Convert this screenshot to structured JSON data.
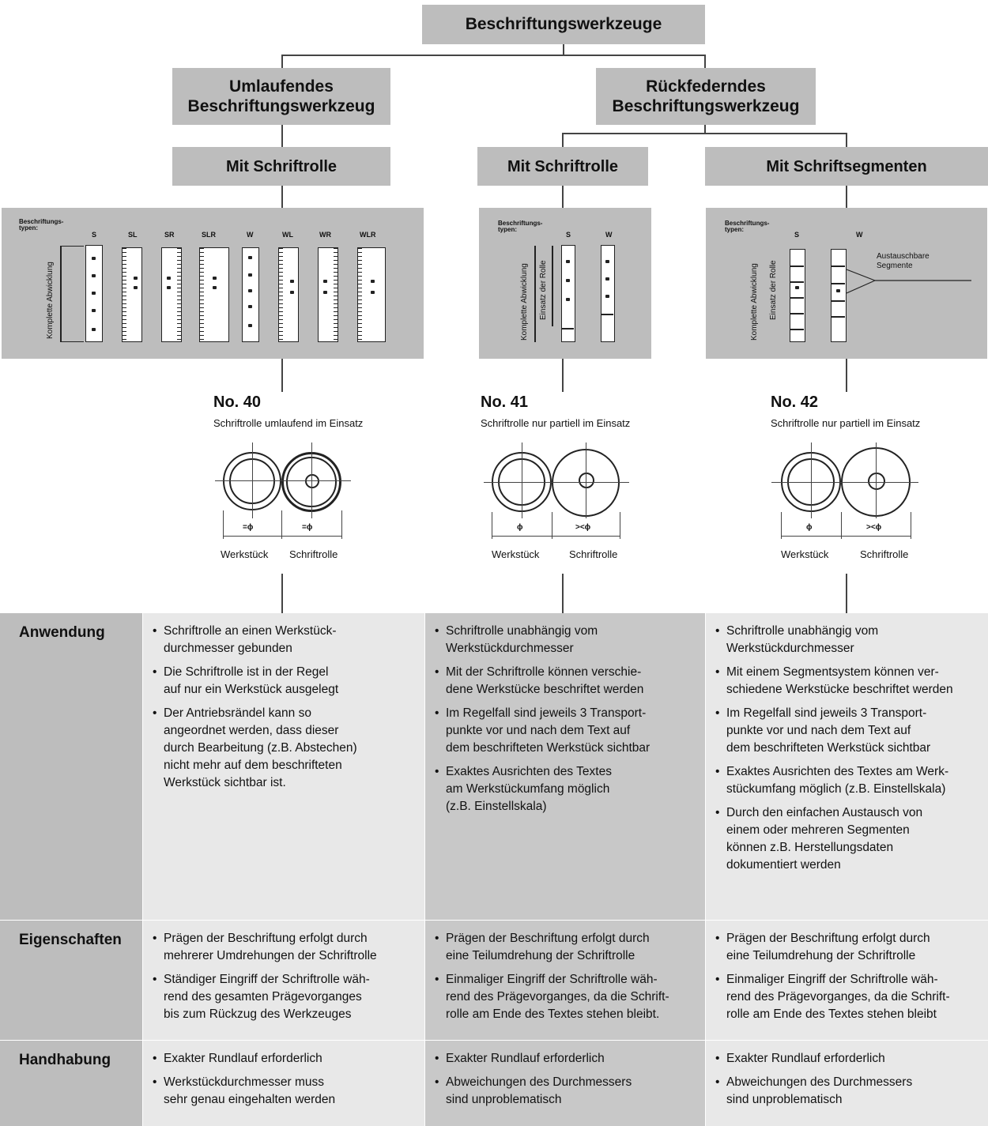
{
  "title": "Beschriftungswerkzeuge",
  "branches": {
    "left": "Umlaufendes\nBeschriftungswerkzeug",
    "right": "Rückfederndes\nBeschriftungswerkzeug"
  },
  "subtypes": {
    "a": "Mit Schriftrolle",
    "b": "Mit Schriftrolle",
    "c": "Mit Schriftsegmenten"
  },
  "panels": {
    "typen_label": "Beschriftungs-\ntypen:",
    "komplette_abwicklung": "Komplette Abwicklung",
    "einsatz_der_rolle": "Einsatz der Rolle",
    "austauschbare_segmente": "Austauschbare\nSegmente",
    "p1_types": [
      "S",
      "SL",
      "SR",
      "SLR",
      "W",
      "WL",
      "WR",
      "WLR"
    ],
    "p2_types": [
      "S",
      "W"
    ],
    "p3_types": [
      "S",
      "W"
    ]
  },
  "products": [
    {
      "no": "No. 40",
      "desc": "Schriftrolle umlaufend im Einsatz",
      "left_dim": "=ϕ",
      "right_dim": "=ϕ",
      "left_label": "Werkstück",
      "right_label": "Schriftrolle"
    },
    {
      "no": "No. 41",
      "desc": "Schriftrolle nur partiell im Einsatz",
      "left_dim": "ϕ",
      "right_dim": "><ϕ",
      "left_label": "Werkstück",
      "right_label": "Schriftrolle"
    },
    {
      "no": "No. 42",
      "desc": "Schriftrolle nur partiell im Einsatz",
      "left_dim": "ϕ",
      "right_dim": "><ϕ",
      "left_label": "Werkstück",
      "right_label": "Schriftrolle"
    }
  ],
  "table": {
    "rows": [
      {
        "head": "Anwendung",
        "cols": [
          [
            "Schriftrolle an einen Werkstück-\ndurchmesser gebunden",
            "Die Schriftrolle ist in der Regel\nauf nur ein Werkstück ausgelegt",
            "Der Antriebsrändel kann so\nangeordnet werden, dass dieser\ndurch Bearbeitung (z.B. Abstechen)\nnicht mehr auf dem beschrifteten\nWerkstück sichtbar ist."
          ],
          [
            "Schriftrolle unabhängig vom\nWerkstückdurchmesser",
            "Mit der Schriftrolle können verschie-\ndene Werkstücke beschriftet werden",
            "Im Regelfall sind jeweils 3 Transport-\npunkte vor und nach dem Text auf\ndem beschrifteten Werkstück sichtbar",
            "Exaktes Ausrichten des Textes\nam Werkstückumfang möglich\n(z.B. Einstellskala)"
          ],
          [
            "Schriftrolle unabhängig vom\nWerkstückdurchmesser",
            "Mit einem Segmentsystem können ver-\nschiedene Werkstücke beschriftet werden",
            "Im Regelfall sind jeweils 3 Transport-\npunkte vor und nach dem Text auf\ndem beschrifteten Werkstück sichtbar",
            "Exaktes Ausrichten des Textes am Werk-\nstückumfang möglich (z.B. Einstellskala)",
            "Durch den einfachen Austausch von\neinem oder mehreren Segmenten\nkönnen z.B. Herstellungsdaten\ndokumentiert werden"
          ]
        ]
      },
      {
        "head": "Eigenschaften",
        "cols": [
          [
            "Prägen der Beschriftung erfolgt durch\nmehrerer Umdrehungen der Schriftrolle",
            "Ständiger Eingriff der Schriftrolle wäh-\nrend des gesamten Prägevorganges\nbis zum Rückzug des Werkzeuges"
          ],
          [
            "Prägen der Beschriftung erfolgt durch\neine Teilumdrehung der Schriftrolle",
            "Einmaliger Eingriff der Schriftrolle wäh-\nrend des Prägevorganges, da die Schrift-\nrolle am Ende des Textes stehen bleibt."
          ],
          [
            "Prägen der Beschriftung erfolgt durch\neine Teilumdrehung der Schriftrolle",
            "Einmaliger Eingriff der Schriftrolle wäh-\nrend des Prägevorganges, da die Schrift-\nrolle am Ende des Textes stehen bleibt"
          ]
        ]
      },
      {
        "head": "Handhabung",
        "cols": [
          [
            "Exakter Rundlauf erforderlich",
            "Werkstückdurchmesser muss\nsehr genau eingehalten werden"
          ],
          [
            "Exakter Rundlauf erforderlich",
            "Abweichungen des Durchmessers\nsind unproblematisch"
          ],
          [
            "Exakter Rundlauf erforderlich",
            "Abweichungen des Durchmessers\nsind unproblematisch"
          ]
        ]
      }
    ]
  }
}
